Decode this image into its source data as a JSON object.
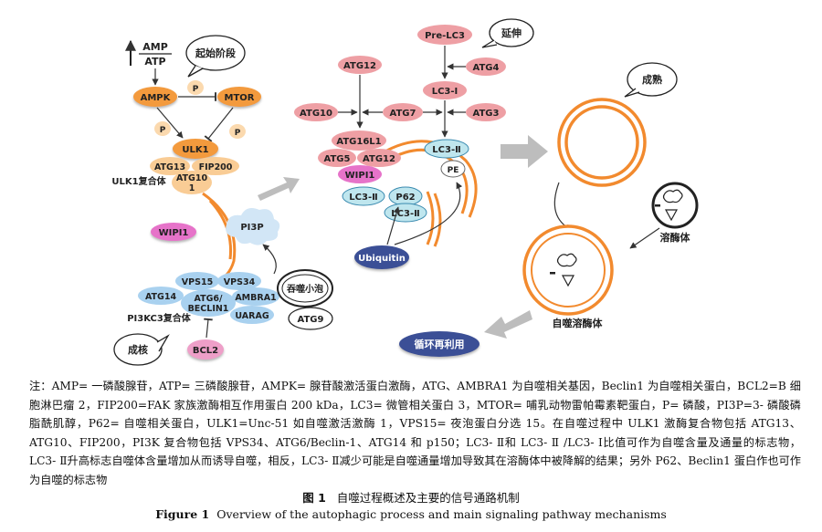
{
  "stages": {
    "initiation": "起始阶段",
    "elongation": "延伸",
    "maturation": "成熟",
    "nucleation": "成核"
  },
  "nodes": {
    "amp": "AMP",
    "atp": "ATP",
    "ampk": "AMPK",
    "mtor": "MTOR",
    "p": "P",
    "ulk1": "ULK1",
    "atg13": "ATG13",
    "fip200": "FIP200",
    "atg101_a": "ATG10",
    "atg101_b": "1",
    "ulk1_complex": "ULK1复合体",
    "wipi1": "WIPI1",
    "pi3p": "PI3P",
    "vps15": "VPS15",
    "vps34": "VPS34",
    "atg14": "ATG14",
    "atg6": "ATG6/",
    "beclin1": "BECLIN1",
    "ambra1": "AMBRA1",
    "uvrag": "UARAG",
    "pi3kc3_complex": "PI3KC3复合体",
    "bcl2": "BCL2",
    "phagophore_vesicle": "吞噬小泡",
    "atg9": "ATG9",
    "pre_lc3": "Pre-LC3",
    "atg4": "ATG4",
    "lc3_i": "LC3-Ⅰ",
    "atg12": "ATG12",
    "atg10": "ATG10",
    "atg7": "ATG7",
    "atg3": "ATG3",
    "atg16l1": "ATG16L1",
    "atg5": "ATG5",
    "lc3_ii": "LC3-Ⅱ",
    "pe": "PE",
    "p62": "P62",
    "ubiquitin": "Ubiquitin",
    "lysosome": "溶酶体",
    "autolysosome": "自噬溶酶体",
    "recycling": "循环再利用"
  },
  "caption": {
    "note": "注：AMP= 一磷酸腺苷，ATP= 三磷酸腺苷，AMPK= 腺苷酸激活蛋白激酶，ATG、AMBRA1 为自噬相关基因，Beclin1 为自噬相关蛋白，BCL2=B 细胞淋巴瘤 2，FIP200=FAK 家族激酶相互作用蛋白 200 kDa，LC3= 微管相关蛋白 3，MTOR= 哺乳动物雷帕霉素靶蛋白，P= 磷酸，PI3P=3- 磷酸磷脂酰肌醇，P62= 自噬相关蛋白，ULK1=Unc-51 如自噬激活激酶 1，VPS15= 夜泡蛋白分选 15。在自噬过程中 ULK1 激酶复合物包括 ATG13、ATG10、FIP200，PI3K 复合物包括 VPS34、ATG6/Beclin-1、ATG14 和 p150；LC3- Ⅱ和 LC3- Ⅱ /LC3- Ⅰ比值可作为自噬含量及通量的标志物，LC3- Ⅱ升高标志自噬体含量增加从而诱导自噬，相反，LC3- Ⅱ减少可能是自噬通量增加导致其在溶酶体中被降解的结果；另外 P62、Beclin1 蛋白作也可作为自噬的标志物",
    "figure_cn_label": "图 1",
    "figure_cn": "自噬过程概述及主要的信号通路机制",
    "figure_en_label": "Figure 1",
    "figure_en": "Overview of the autophagic process and main signaling pathway mechanisms"
  },
  "colors": {
    "orange": "#F39A3D",
    "light_orange": "#F9CC95",
    "pale_orange": "#FBD9AE",
    "pink": "#EE9FA4",
    "magenta": "#E673C9",
    "light_blue": "#A9D1EF",
    "lc3_fill": "#BFE6EE",
    "navy": "#3B4F96",
    "ring": "#F28A2E",
    "arrow_gray": "#BDBDBD"
  }
}
